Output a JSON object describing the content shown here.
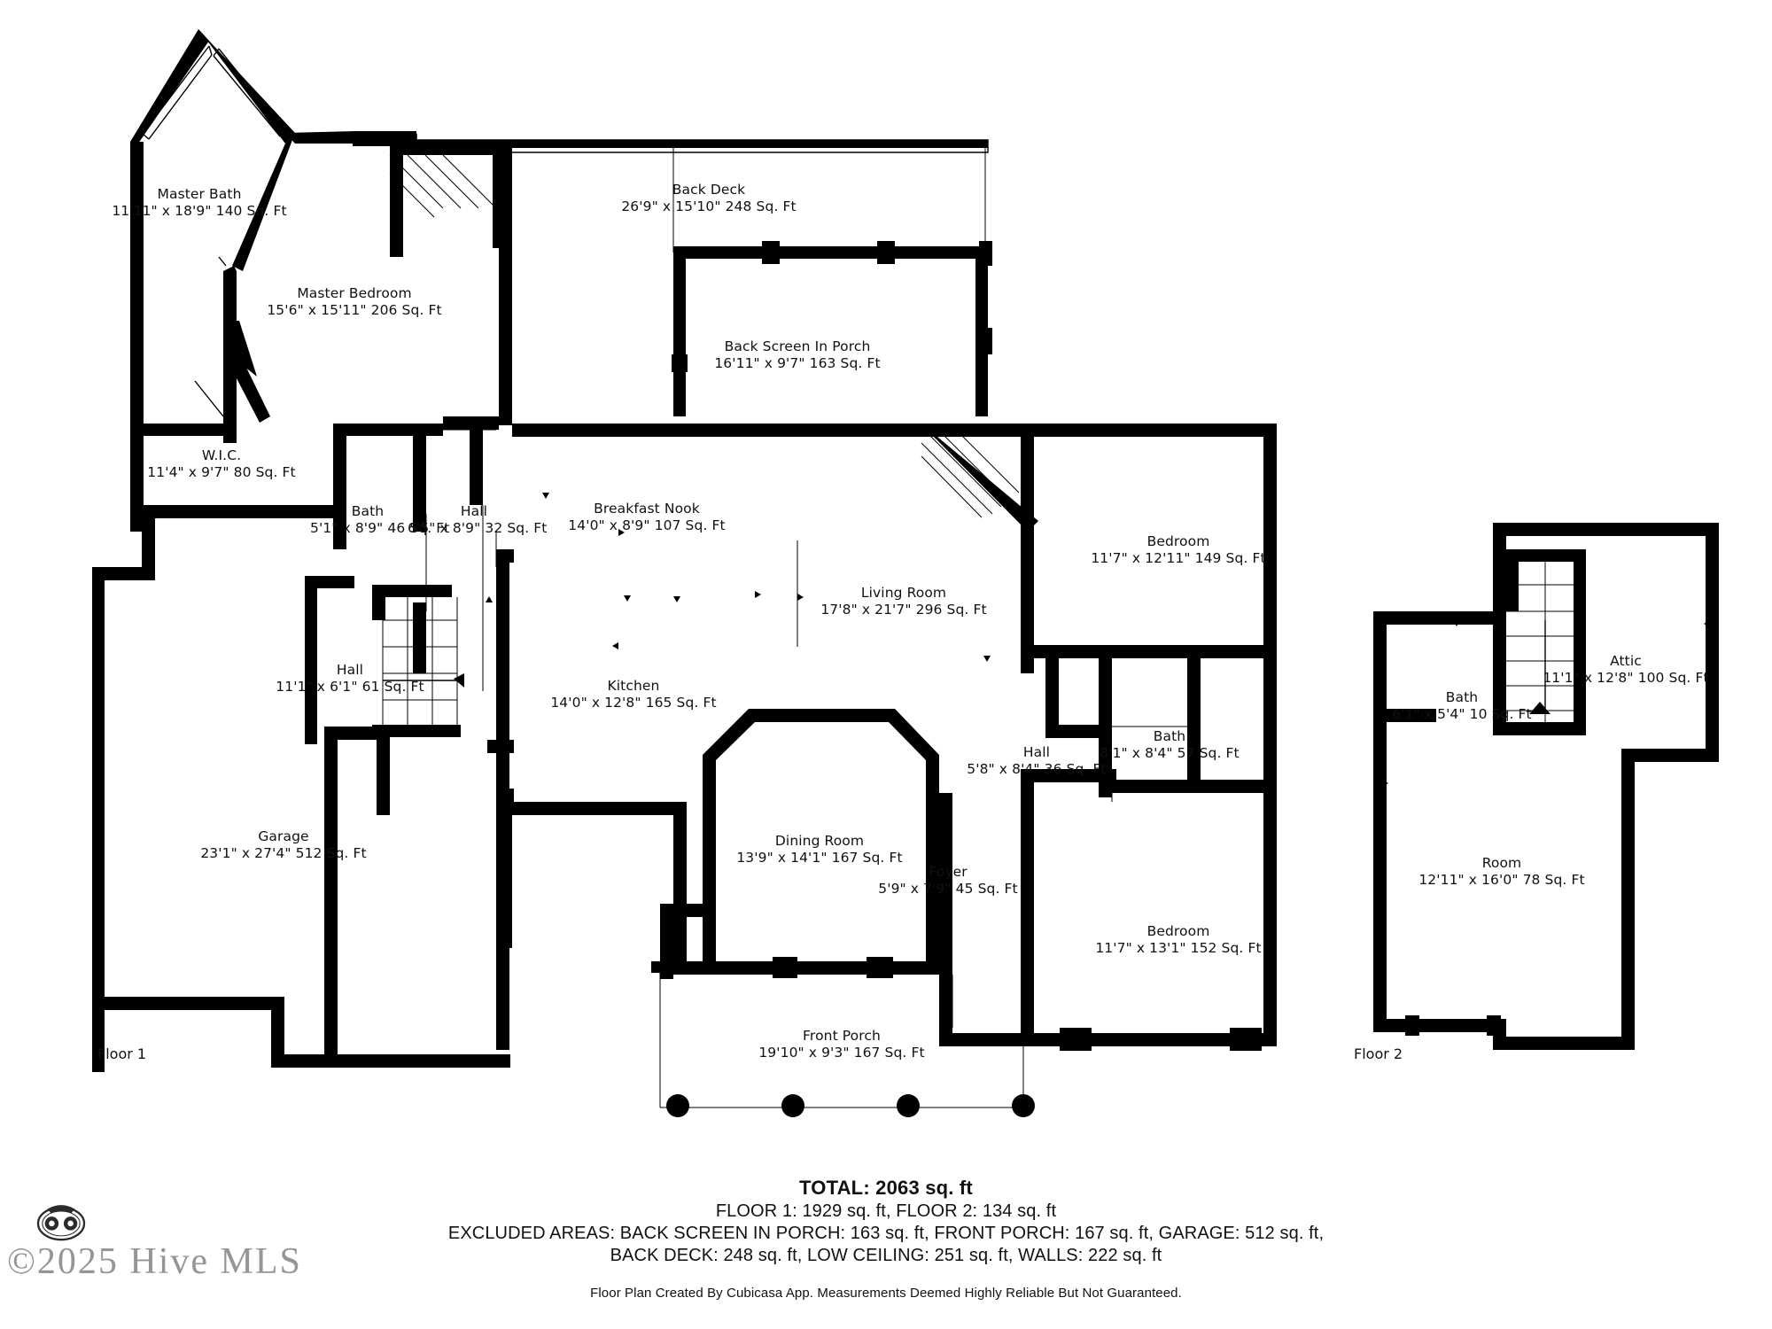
{
  "document": {
    "type": "real-estate-floor-plan",
    "floors": [
      {
        "id": "floor1",
        "label": "Floor 1"
      },
      {
        "id": "floor2",
        "label": "Floor 2"
      }
    ]
  },
  "rooms": [
    {
      "id": "master-bath",
      "floor": "floor1",
      "name": "Master Bath",
      "dims": "11'11\" x 18'9\" 140 Sq. Ft",
      "area_sqft": 140,
      "width": "11'11\"",
      "depth": "18'9\""
    },
    {
      "id": "master-bedroom",
      "floor": "floor1",
      "name": "Master Bedroom",
      "dims": "15'6\" x 15'11\" 206 Sq. Ft",
      "area_sqft": 206,
      "width": "15'6\"",
      "depth": "15'11\""
    },
    {
      "id": "wic",
      "floor": "floor1",
      "name": "W.I.C.",
      "dims": "11'4\" x 9'7\" 80 Sq. Ft",
      "area_sqft": 80,
      "width": "11'4\"",
      "depth": "9'7\""
    },
    {
      "id": "bath-master-hall",
      "floor": "floor1",
      "name": "Bath",
      "dims": "5'1\" x 8'9\" 46 Sq. Ft",
      "area_sqft": 46,
      "width": "5'1\"",
      "depth": "8'9\""
    },
    {
      "id": "hall-upper",
      "floor": "floor1",
      "name": "Hall",
      "dims": "6'5\" x 8'9\" 32 Sq. Ft",
      "area_sqft": 32,
      "width": "6'5\"",
      "depth": "8'9\""
    },
    {
      "id": "breakfast-nook",
      "floor": "floor1",
      "name": "Breakfast Nook",
      "dims": "14'0\" x 8'9\" 107 Sq. Ft",
      "area_sqft": 107,
      "width": "14'0\"",
      "depth": "8'9\""
    },
    {
      "id": "back-deck",
      "floor": "floor1",
      "name": "Back Deck",
      "dims": "26'9\" x 15'10\" 248 Sq. Ft",
      "area_sqft": 248,
      "width": "26'9\"",
      "depth": "15'10\""
    },
    {
      "id": "back-screen-porch",
      "floor": "floor1",
      "name": "Back Screen In Porch",
      "dims": "16'11\" x 9'7\" 163 Sq. Ft",
      "area_sqft": 163,
      "width": "16'11\"",
      "depth": "9'7\""
    },
    {
      "id": "living-room",
      "floor": "floor1",
      "name": "Living Room",
      "dims": "17'8\" x 21'7\" 296 Sq. Ft",
      "area_sqft": 296,
      "width": "17'8\"",
      "depth": "21'7\""
    },
    {
      "id": "bedroom-ne",
      "floor": "floor1",
      "name": "Bedroom",
      "dims": "11'7\" x 12'11\" 149 Sq. Ft",
      "area_sqft": 149,
      "width": "11'7\"",
      "depth": "12'11\""
    },
    {
      "id": "bath-east",
      "floor": "floor1",
      "name": "Bath",
      "dims": "8'1\" x 8'4\" 57 Sq. Ft",
      "area_sqft": 57,
      "width": "8'1\"",
      "depth": "8'4\""
    },
    {
      "id": "hall-east",
      "floor": "floor1",
      "name": "Hall",
      "dims": "5'8\" x 8'4\" 36 Sq. Ft",
      "area_sqft": 36,
      "width": "5'8\"",
      "depth": "8'4\""
    },
    {
      "id": "hall-garage",
      "floor": "floor1",
      "name": "Hall",
      "dims": "11'1\" x 6'1\" 61 Sq. Ft",
      "area_sqft": 61,
      "width": "11'1\"",
      "depth": "6'1\""
    },
    {
      "id": "kitchen",
      "floor": "floor1",
      "name": "Kitchen",
      "dims": "14'0\" x 12'8\" 165 Sq. Ft",
      "area_sqft": 165,
      "width": "14'0\"",
      "depth": "12'8\""
    },
    {
      "id": "garage",
      "floor": "floor1",
      "name": "Garage",
      "dims": "23'1\" x 27'4\" 512 Sq. Ft",
      "area_sqft": 512,
      "width": "23'1\"",
      "depth": "27'4\""
    },
    {
      "id": "dining-room",
      "floor": "floor1",
      "name": "Dining Room",
      "dims": "13'9\" x 14'1\" 167 Sq. Ft",
      "area_sqft": 167,
      "width": "13'9\"",
      "depth": "14'1\""
    },
    {
      "id": "foyer",
      "floor": "floor1",
      "name": "Foyer",
      "dims": "5'9\" x 7'9\" 45 Sq. Ft",
      "area_sqft": 45,
      "width": "5'9\"",
      "depth": "7'9\""
    },
    {
      "id": "bedroom-se",
      "floor": "floor1",
      "name": "Bedroom",
      "dims": "11'7\" x 13'1\" 152 Sq. Ft",
      "area_sqft": 152,
      "width": "11'7\"",
      "depth": "13'1\""
    },
    {
      "id": "front-porch",
      "floor": "floor1",
      "name": "Front Porch",
      "dims": "19'10\" x 9'3\" 167 Sq. Ft",
      "area_sqft": 167,
      "width": "19'10\"",
      "depth": "9'3\""
    },
    {
      "id": "attic",
      "floor": "floor2",
      "name": "Attic",
      "dims": "11'1\" x 12'8\" 100 Sq. Ft",
      "area_sqft": 100,
      "width": "11'1\"",
      "depth": "12'8\""
    },
    {
      "id": "bath-floor2",
      "floor": "floor2",
      "name": "Bath",
      "dims": "6'1\" x 5'4\" 10 Sq. Ft",
      "area_sqft": 10,
      "width": "6'1\"",
      "depth": "5'4\""
    },
    {
      "id": "room-floor2",
      "floor": "floor2",
      "name": "Room",
      "dims": "12'11\" x 16'0\" 78 Sq. Ft",
      "area_sqft": 78,
      "width": "12'11\"",
      "depth": "16'0\""
    }
  ],
  "summary": {
    "total": "TOTAL: 2063 sq. ft",
    "floors_line": "FLOOR 1: 1929 sq. ft, FLOOR 2: 134 sq. ft",
    "excluded_line_1": "EXCLUDED AREAS: BACK SCREEN IN PORCH: 163 sq. ft, FRONT PORCH: 167 sq. ft, GARAGE: 512 sq. ft,",
    "excluded_line_2": "BACK DECK: 248 sq. ft, LOW CEILING: 251 sq. ft, WALLS: 222 sq. ft",
    "credit": "Floor Plan Created By Cubicasa App. Measurements Deemed Highly Reliable But Not Guaranteed.",
    "total_sqft": 2063,
    "floor1_sqft": 1929,
    "floor2_sqft": 134,
    "excluded": {
      "back_screen_in_porch": 163,
      "front_porch": 167,
      "garage": 512,
      "back_deck": 248,
      "low_ceiling": 251,
      "walls": 222
    }
  },
  "watermark": {
    "text": "©2025 Hive MLS",
    "logo_name": "shutter-productions-photography-logo"
  },
  "colors": {
    "wall": "#000000",
    "background": "#ffffff",
    "text": "#111111",
    "watermark": "#6d6d6d"
  }
}
